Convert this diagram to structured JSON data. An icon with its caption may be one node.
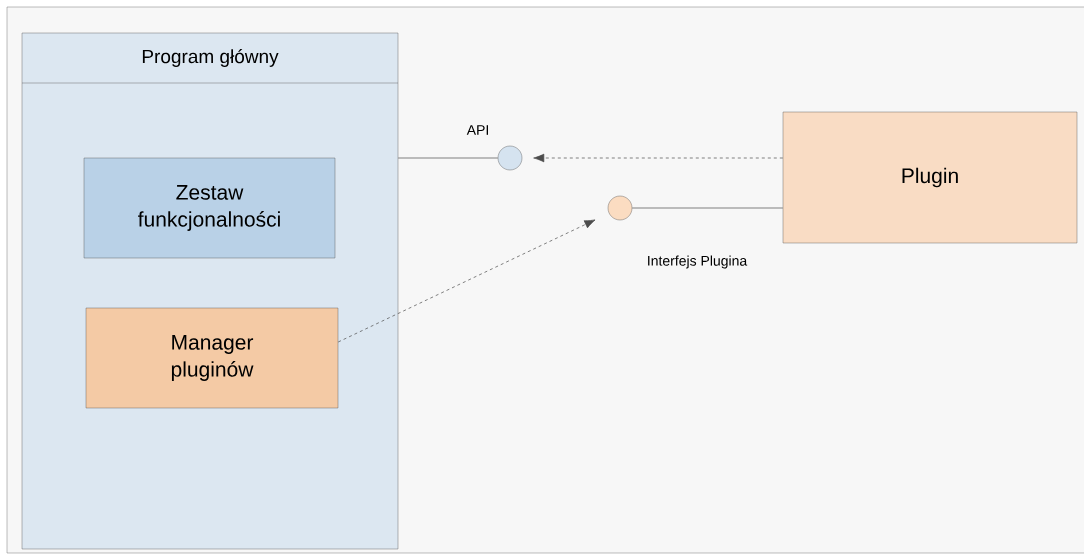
{
  "diagram": {
    "nodes": [
      {
        "text": [
          "Program główny"
        ]
      },
      {
        "text": [
          "Zestaw funkcjonalności"
        ],
        "in": 0
      },
      {
        "text": [
          "Manager pluginów"
        ],
        "in": 0
      },
      {
        "text": [
          "Plugin"
        ]
      },
      {
        "text": [],
        "shape": "circle",
        "beside": [
          "API"
        ]
      },
      {
        "text": [],
        "shape": "circle",
        "beside": [
          "Interfejs Plugina"
        ]
      }
    ],
    "edges": [
      {
        "from": 0,
        "to": 4,
        "arrow": "none"
      },
      {
        "from": 3,
        "to": 4,
        "arrow": "to",
        "style": "dashed"
      },
      {
        "from": 3,
        "to": 5,
        "arrow": "none"
      },
      {
        "from": 2,
        "to": 5,
        "arrow": "to",
        "style": "dashed"
      }
    ]
  }
}
